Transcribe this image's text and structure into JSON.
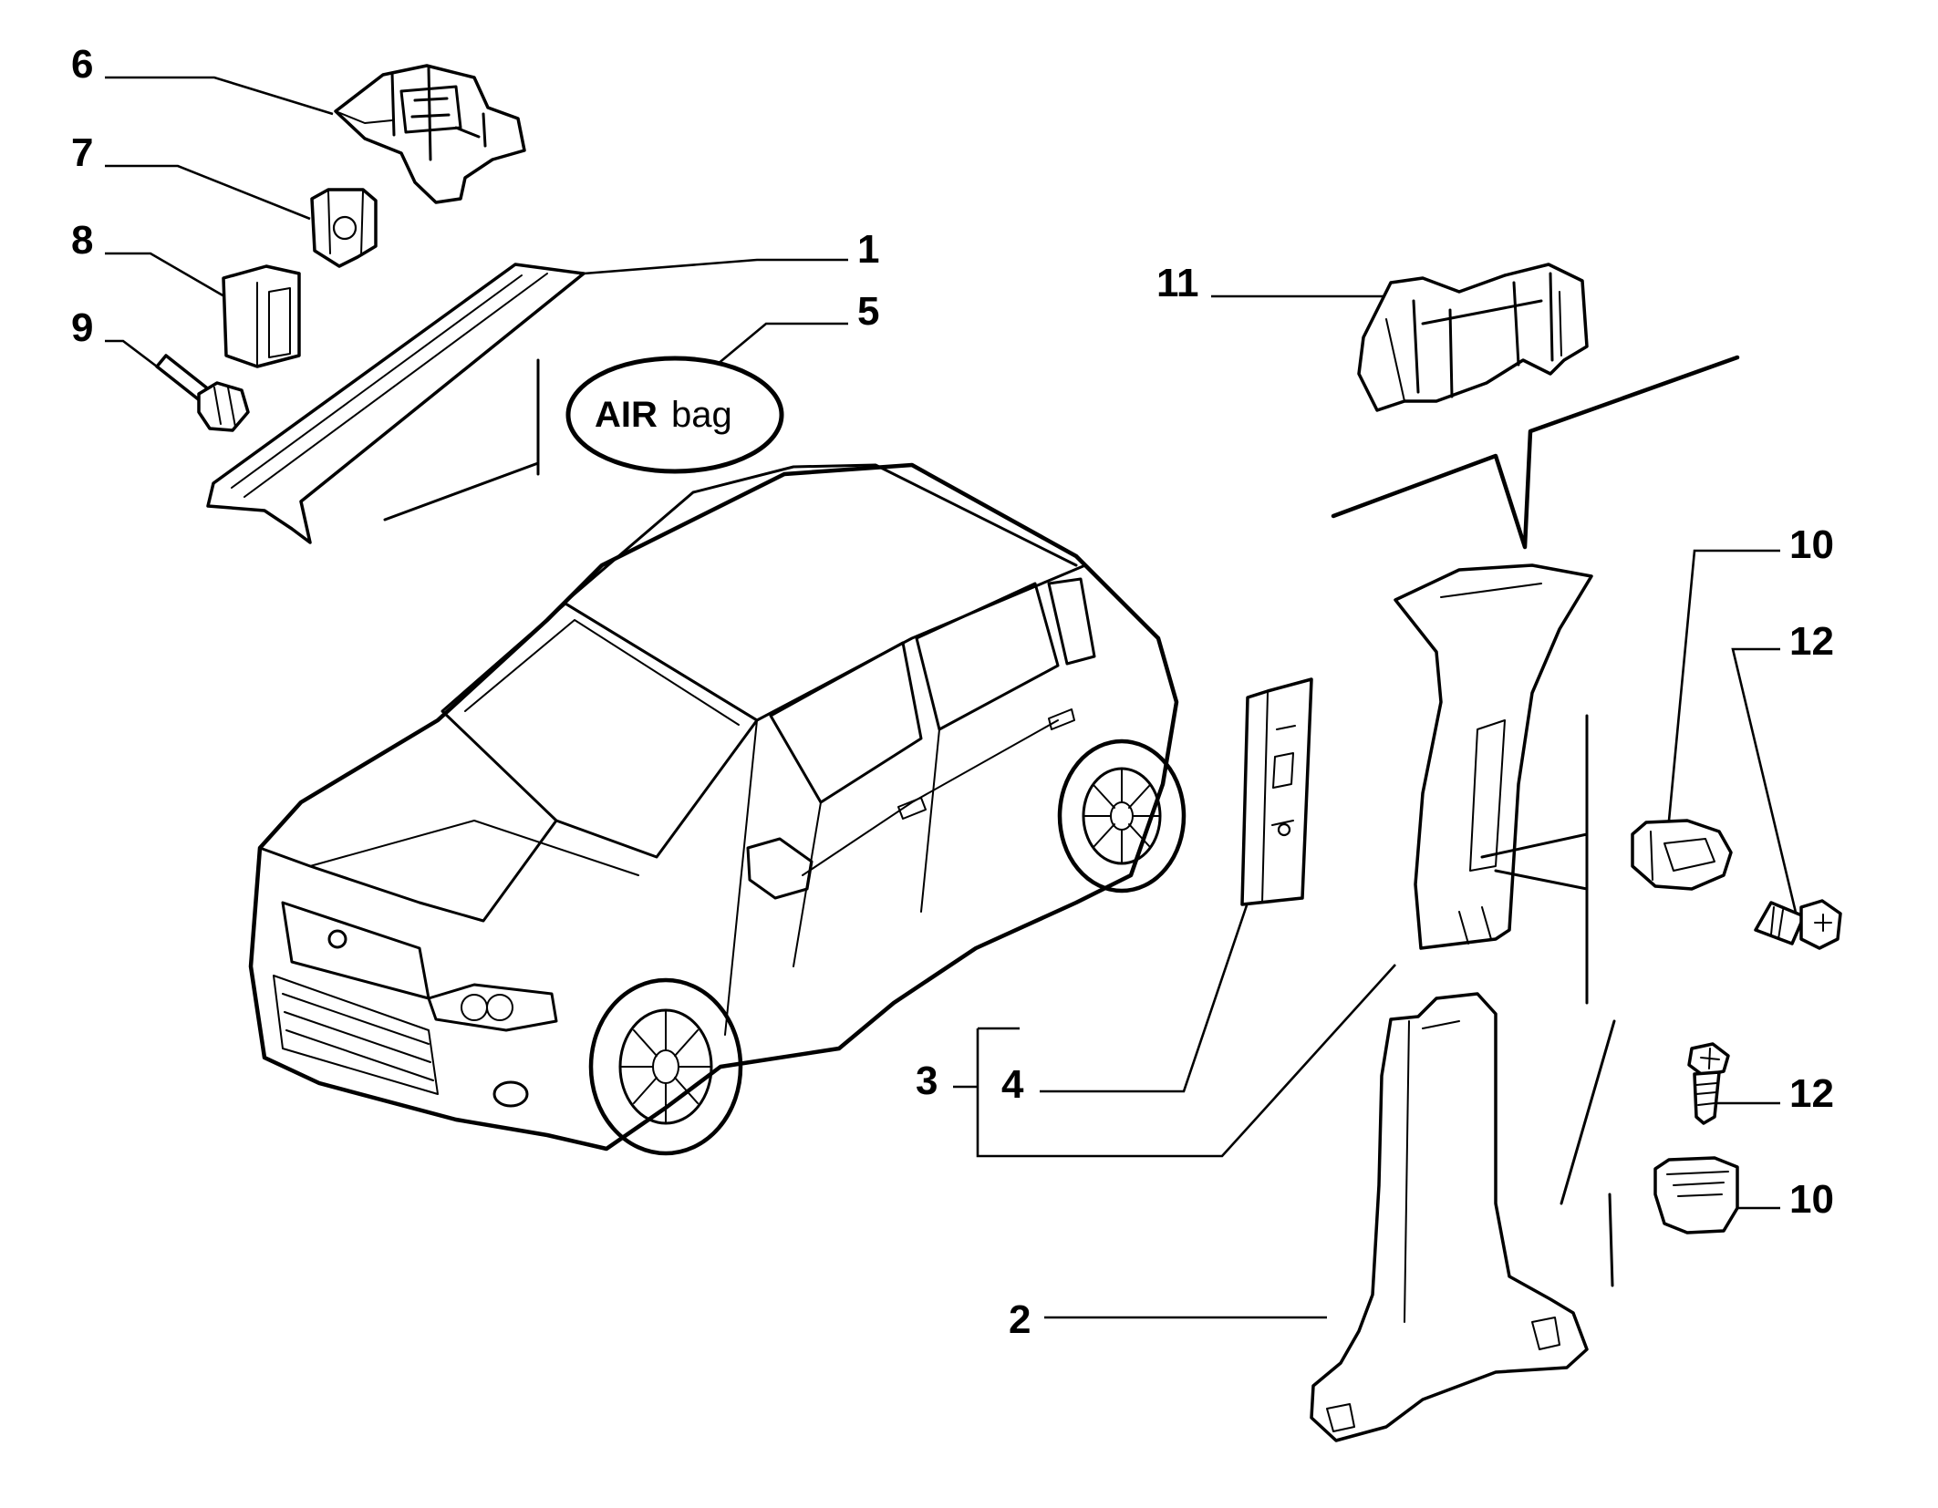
{
  "callouts": {
    "c1": "1",
    "c2": "2",
    "c3": "3",
    "c4": "4",
    "c5": "5",
    "c6": "6",
    "c7": "7",
    "c8": "8",
    "c9": "9",
    "c10a": "10",
    "c10b": "10",
    "c11": "11",
    "c12a": "12",
    "c12b": "12"
  },
  "airbag_badge": {
    "strong": "AIR",
    "light": "bag"
  }
}
